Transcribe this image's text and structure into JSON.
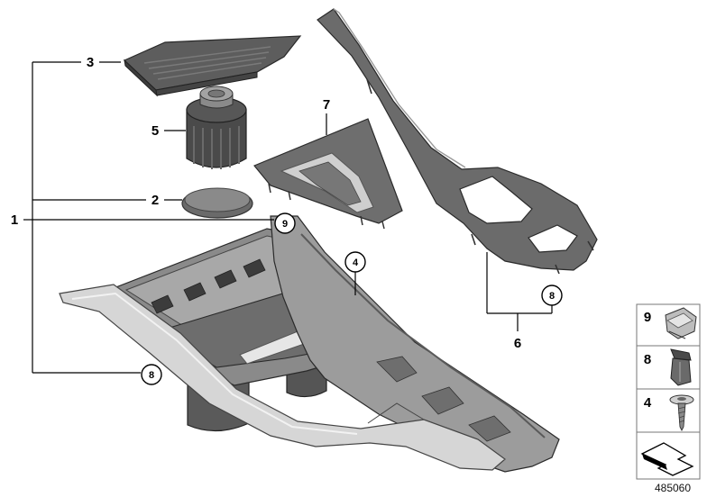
{
  "callouts": {
    "c1": "1",
    "c2": "2",
    "c3": "3",
    "c4": "4",
    "c5": "5",
    "c6": "6",
    "c7": "7",
    "c8a": "8",
    "c8b": "8",
    "c9": "9"
  },
  "legend": {
    "items": [
      {
        "num": "9",
        "icon": "clip-nut-icon"
      },
      {
        "num": "8",
        "icon": "expansion-clip-icon"
      },
      {
        "num": "4",
        "icon": "screw-icon"
      },
      {
        "icon": "arrow-symbol-icon"
      }
    ]
  },
  "catalog_number": "485060"
}
